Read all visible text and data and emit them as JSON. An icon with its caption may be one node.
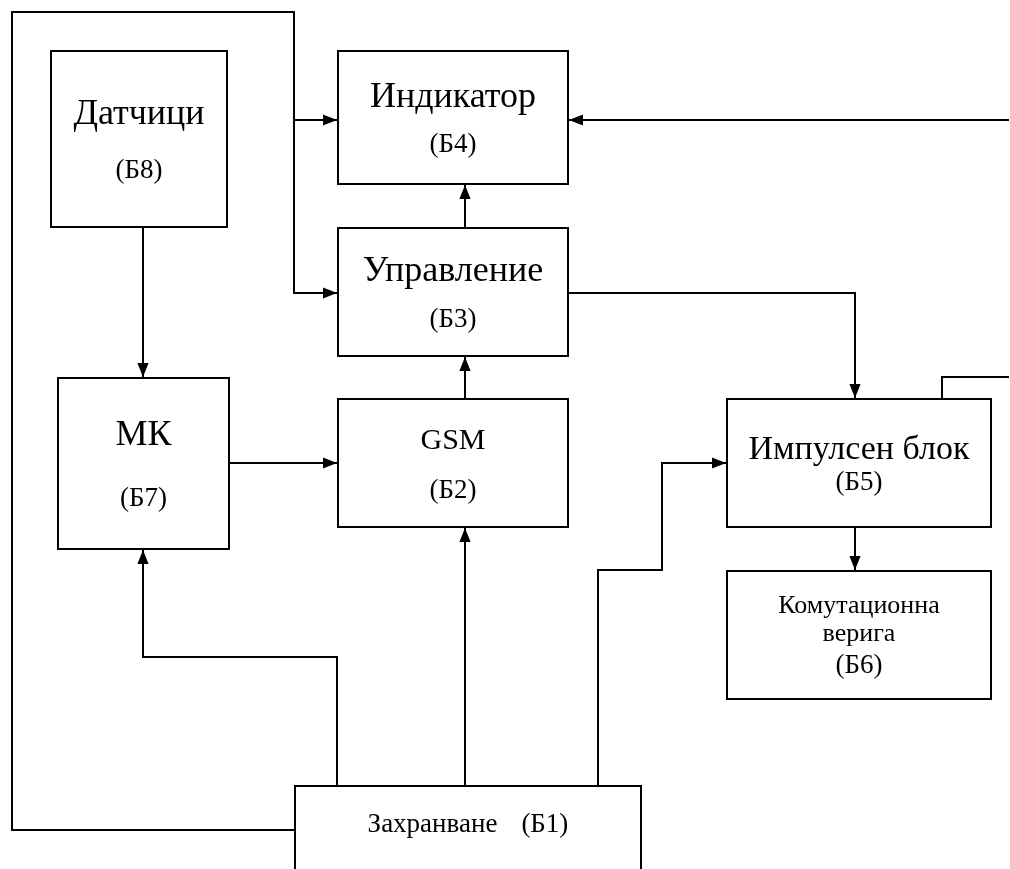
{
  "diagram": {
    "nodes": [
      {
        "text": [
          "Датчици",
          "(Б8)"
        ]
      },
      {
        "text": [
          "Индикатор",
          "(Б4)"
        ]
      },
      {
        "text": [
          "Управление",
          "(Б3)"
        ]
      },
      {
        "text": [
          "МК",
          "(Б7)"
        ]
      },
      {
        "text": [
          "GSM",
          "(Б2)"
        ]
      },
      {
        "text": [
          "Импулсен блок",
          "(Б5)"
        ]
      },
      {
        "text": [
          "Комутационна верига",
          "(Б6)"
        ]
      },
      {
        "text": [
          "Захранване",
          "(Б1)"
        ]
      }
    ],
    "edges": [
      {
        "from": 0,
        "to": 3,
        "arrow": "to"
      },
      {
        "from": 3,
        "to": 4,
        "arrow": "to"
      },
      {
        "from": 4,
        "to": 2,
        "arrow": "to"
      },
      {
        "from": 2,
        "to": 1,
        "arrow": "to"
      },
      {
        "from": 2,
        "to": 5,
        "arrow": "to"
      },
      {
        "from": 5,
        "to": 6,
        "arrow": "to"
      },
      {
        "from": 7,
        "to": 3,
        "arrow": "to"
      },
      {
        "from": 7,
        "to": 4,
        "arrow": "to"
      },
      {
        "from": 7,
        "to": 5,
        "arrow": "to"
      },
      {
        "from": 7,
        "to": 1,
        "arrow": "to"
      },
      {
        "from": 7,
        "to": 2,
        "arrow": "to"
      },
      {
        "from": null,
        "to": 1,
        "arrow": "to"
      },
      {
        "from": 5,
        "to": null,
        "arrow": "none"
      }
    ]
  }
}
